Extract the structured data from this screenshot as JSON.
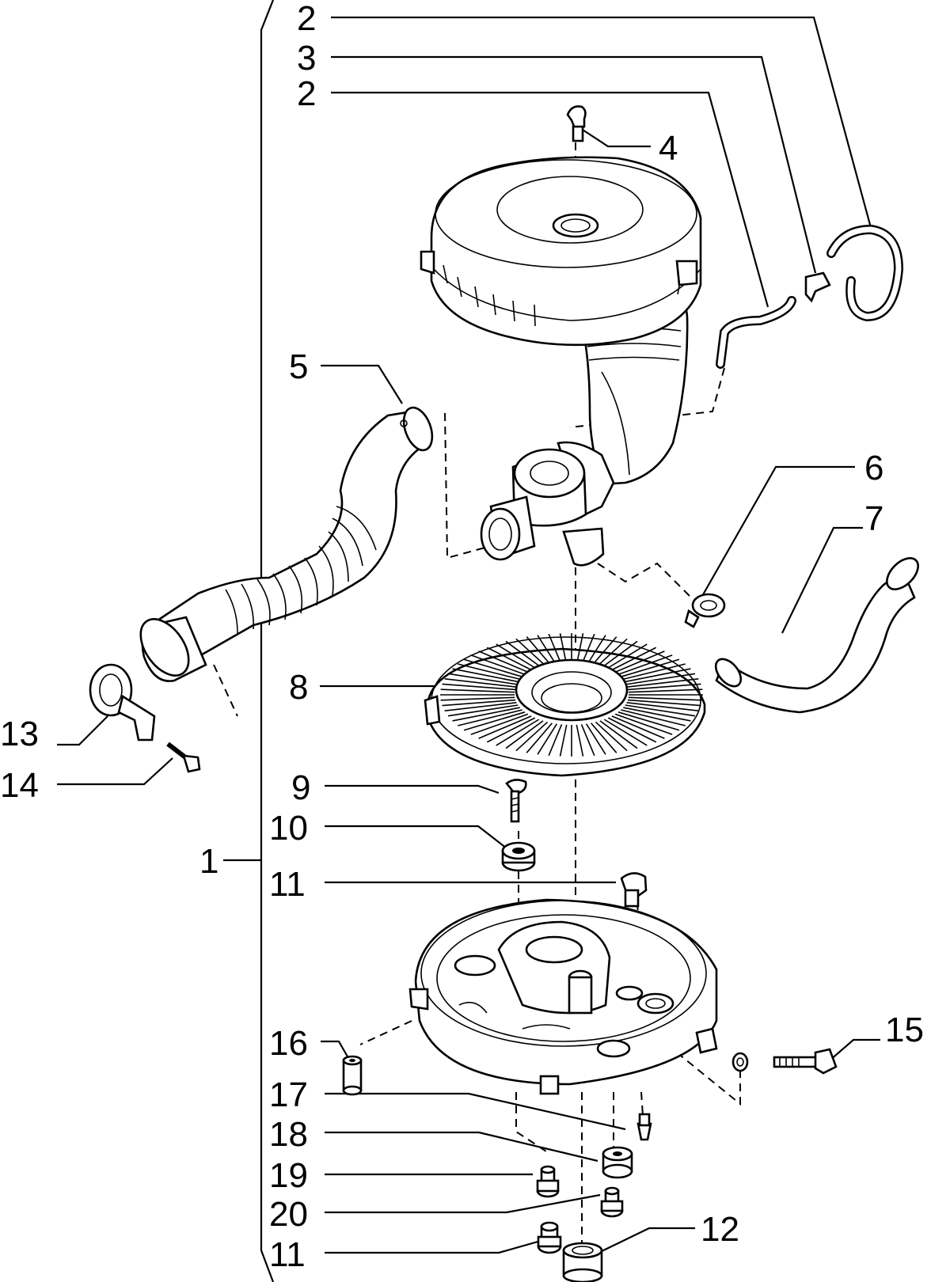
{
  "callouts": [
    {
      "id": "c2a",
      "text": "2"
    },
    {
      "id": "c3",
      "text": "3"
    },
    {
      "id": "c2b",
      "text": "2"
    },
    {
      "id": "c4",
      "text": "4"
    },
    {
      "id": "c5",
      "text": "5"
    },
    {
      "id": "c6",
      "text": "6"
    },
    {
      "id": "c7",
      "text": "7"
    },
    {
      "id": "c8",
      "text": "8"
    },
    {
      "id": "c13",
      "text": "13"
    },
    {
      "id": "c14",
      "text": "14"
    },
    {
      "id": "c9",
      "text": "9"
    },
    {
      "id": "c10",
      "text": "10"
    },
    {
      "id": "c1",
      "text": "1"
    },
    {
      "id": "c11a",
      "text": "11"
    },
    {
      "id": "c15",
      "text": "15"
    },
    {
      "id": "c16",
      "text": "16"
    },
    {
      "id": "c17",
      "text": "17"
    },
    {
      "id": "c18",
      "text": "18"
    },
    {
      "id": "c19",
      "text": "19"
    },
    {
      "id": "c20",
      "text": "20"
    },
    {
      "id": "c11b",
      "text": "11"
    },
    {
      "id": "c12",
      "text": "12"
    }
  ]
}
